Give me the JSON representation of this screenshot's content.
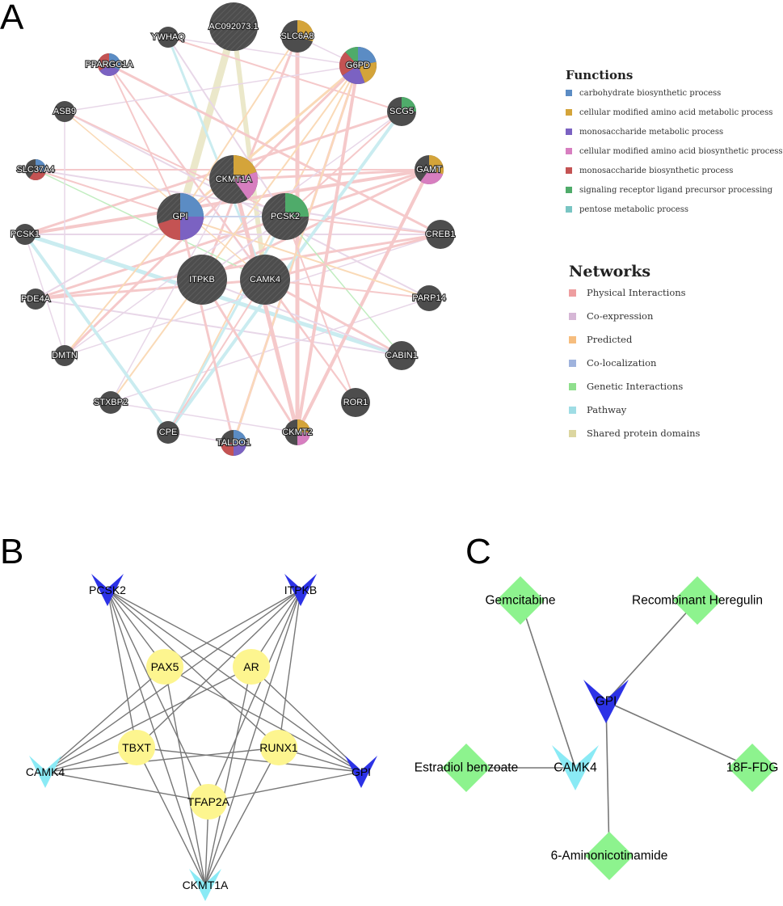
{
  "panels": {
    "a": {
      "label": "A",
      "nodes": {
        "ac092073": "AC092073.1",
        "ywhaq": "YWHAQ",
        "slc6a8": "SLC6A8",
        "ppargc1a": "PPARGC1A",
        "g6pd": "G6PD",
        "asb9": "ASB9",
        "scg5": "SCG5",
        "slc37a4": "SLC37A4",
        "gamt": "GAMT",
        "ckmt1a": "CKMT1A",
        "gpi": "GPI",
        "pcsk2": "PCSK2",
        "pcsk1": "PCSK1",
        "creb1": "CREB1",
        "itpkb": "ITPKB",
        "camk4": "CAMK4",
        "pde4a": "PDE4A",
        "parp14": "PARP14",
        "dmtn": "DMTN",
        "cabin1": "CABIN1",
        "stxbp2": "STXBP2",
        "ror1": "ROR1",
        "cpe": "CPE",
        "taldo1": "TALDO1",
        "ckmt2": "CKMT2"
      },
      "legend": {
        "functions_title": "Functions",
        "functions": [
          {
            "label": "carbohydrate biosynthetic process",
            "color": "#5b8cc4"
          },
          {
            "label": "cellular modified amino acid metabolic process",
            "color": "#d4a43a"
          },
          {
            "label": "monosaccharide metabolic process",
            "color": "#7b62c2"
          },
          {
            "label": "cellular modified amino acid biosynthetic process",
            "color": "#d77ec0"
          },
          {
            "label": "monosaccharide biosynthetic process",
            "color": "#c45353"
          },
          {
            "label": "signaling receptor ligand precursor processing",
            "color": "#4fab6a"
          },
          {
            "label": "pentose metabolic process",
            "color": "#79c5c3"
          }
        ],
        "networks_title": "Networks",
        "networks": [
          {
            "label": "Physical Interactions",
            "color": "#ee9ea0"
          },
          {
            "label": "Co-expression",
            "color": "#d6b7d6"
          },
          {
            "label": "Predicted",
            "color": "#f6bd7e"
          },
          {
            "label": "Co-localization",
            "color": "#9fb3dd"
          },
          {
            "label": "Genetic Interactions",
            "color": "#8fdf8d"
          },
          {
            "label": "Pathway",
            "color": "#9fdde5"
          },
          {
            "label": "Shared protein domains",
            "color": "#dcd6a0"
          }
        ]
      }
    },
    "b": {
      "label": "B",
      "nodes": {
        "pcsk2": "PCSK2",
        "itpkb": "ITPKB",
        "pax5": "PAX5",
        "ar": "AR",
        "tbxt": "TBXT",
        "runx1": "RUNX1",
        "camk4": "CAMK4",
        "gpi": "GPI",
        "tfap2a": "TFAP2A",
        "ckmt1a": "CKMT1A"
      }
    },
    "c": {
      "label": "C",
      "nodes": {
        "gemcitabine": "Gemcitabine",
        "heregulin": "Recombinant Heregulin",
        "gpi": "GPI",
        "estradiol": "Estradiol benzoate",
        "camk4": "CAMK4",
        "fdg": "18F-FDG",
        "aminonicotinamide": "6-Aminonicotinamide"
      }
    }
  },
  "colors": {
    "gene_node": "#4d4d4d",
    "b_blue": "#2c32e6",
    "b_cyan": "#8aeaf5",
    "b_yellow": "#fdf58f",
    "c_green": "#8df38e",
    "edge_gray": "#777777"
  }
}
